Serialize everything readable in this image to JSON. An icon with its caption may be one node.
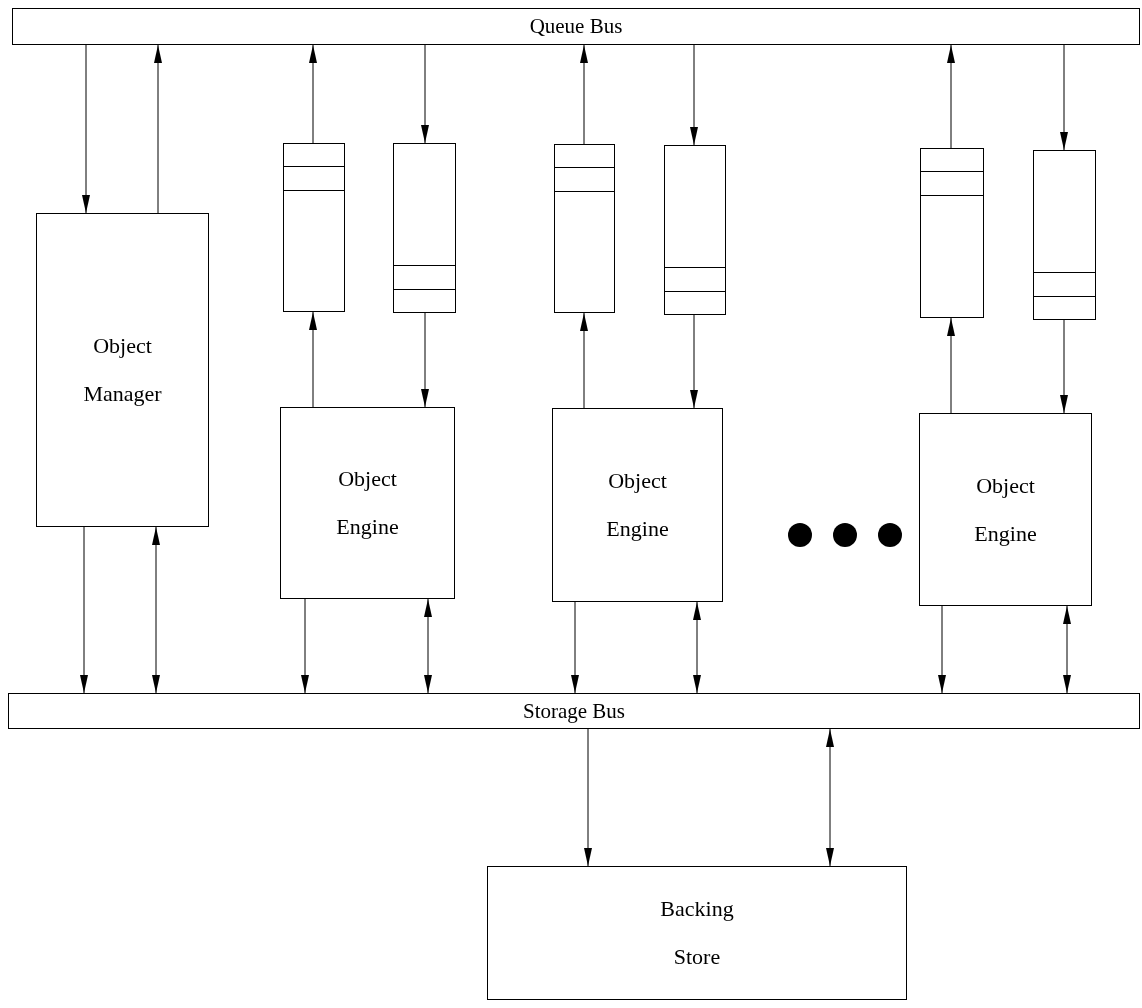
{
  "diagram": {
    "nodes": [
      {
        "text": [
          "Queue Bus"
        ]
      },
      {
        "text": [
          "Object Manager"
        ]
      },
      {
        "text": [],
        "shape": "box"
      },
      {
        "text": [],
        "shape": "box"
      },
      {
        "text": [
          "Object Engine"
        ]
      },
      {
        "text": [],
        "shape": "box"
      },
      {
        "text": [],
        "shape": "box"
      },
      {
        "text": [
          "Object Engine"
        ]
      },
      {
        "text": [],
        "shape": "box"
      },
      {
        "text": [],
        "shape": "box"
      },
      {
        "text": [
          "Object Engine"
        ]
      },
      {
        "text": [
          "Storage Bus"
        ]
      },
      {
        "text": [
          "Backing Store"
        ]
      }
    ],
    "edges": [
      {
        "from": 0,
        "to": 1,
        "arrow": "to"
      },
      {
        "from": 1,
        "to": 0,
        "arrow": "to"
      },
      {
        "from": 2,
        "to": 0,
        "arrow": "to"
      },
      {
        "from": 0,
        "to": 3,
        "arrow": "to"
      },
      {
        "from": 4,
        "to": 2,
        "arrow": "to"
      },
      {
        "from": 3,
        "to": 4,
        "arrow": "to"
      },
      {
        "from": 5,
        "to": 0,
        "arrow": "to"
      },
      {
        "from": 0,
        "to": 6,
        "arrow": "to"
      },
      {
        "from": 7,
        "to": 5,
        "arrow": "to"
      },
      {
        "from": 6,
        "to": 7,
        "arrow": "to"
      },
      {
        "from": 8,
        "to": 0,
        "arrow": "to"
      },
      {
        "from": 0,
        "to": 9,
        "arrow": "to"
      },
      {
        "from": 10,
        "to": 8,
        "arrow": "to"
      },
      {
        "from": 9,
        "to": 10,
        "arrow": "to"
      },
      {
        "from": 1,
        "to": 11,
        "arrow": "to"
      },
      {
        "from": 1,
        "to": 11,
        "arrow": "both"
      },
      {
        "from": 4,
        "to": 11,
        "arrow": "to"
      },
      {
        "from": 4,
        "to": 11,
        "arrow": "both"
      },
      {
        "from": 7,
        "to": 11,
        "arrow": "to"
      },
      {
        "from": 7,
        "to": 11,
        "arrow": "both"
      },
      {
        "from": 10,
        "to": 11,
        "arrow": "to"
      },
      {
        "from": 10,
        "to": 11,
        "arrow": "both"
      },
      {
        "from": 11,
        "to": 12,
        "arrow": "to"
      },
      {
        "from": 11,
        "to": 12,
        "arrow": "both"
      }
    ]
  }
}
